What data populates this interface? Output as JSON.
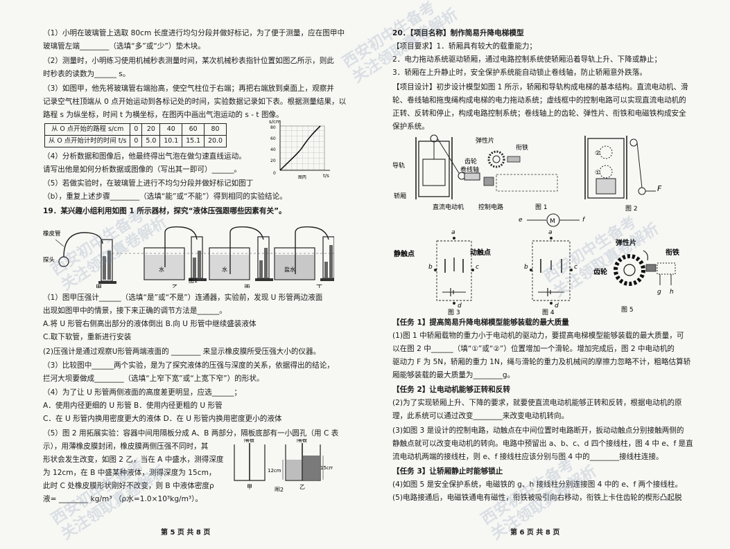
{
  "watermark": {
    "line1": "西安初中生备考",
    "line2": "关注领取真卷解析"
  },
  "left": {
    "lines": [
      "（1）小明在玻璃管上选取 80cm 长度进行均匀分段并做好标记，为了便于测量，应在图甲中",
      "玻璃管左端________（选填“多”或“少”）垫木块。",
      "（2）测量时，小明练习使用机械秒表测量时间，某次机械秒表指针位置如图乙所示，则此",
      "时秒表的读数为______ s。",
      "（3）如图甲，他先将玻璃管右端抬高，使空气柱位于右端；再把右端放到桌面上，观察并",
      "记录空气柱顶端从 0 点开始运动到各标记处的时间，实验数据记录如下表。根据测量结果，以",
      "路程 s 为纵坐标，时间 t 为横坐标，在图丙中画出气泡运动的 s - t 图像。",
      "（4）分析数据和图像后，他最终得出气泡在做匀速直线运动。",
      "请写出他是如何分析数据或图像的（写出其一即可）______。",
      "（5）若做实验时，在玻璃管上进行不均匀分段并做好标记如图丁",
      "（b），重复上述步骤________（选填“能”或“不能”）得到相同的实验结论。",
      "19．某兴趣小组利用如图 1 所示器材，探究“液体压强跟哪些因素有关”。",
      "（1）图甲压强计______（选填“是”或“不是”）连通器，实验前，发现 U 形管两边液面",
      "出现如图甲中的情景，接下来正确的调节方法是______。",
      "A.将 U 形管右侧高出部分的液体倒出          B.向 U 形管中继续盛装液体",
      "C.取下软管，重新进行安装",
      "(2)压强计是通过观察U形管两端液面的 ________ 来显示橡皮膜所受压强大小的仪器。",
      "（3）比较图中______两个实验，是为了探究液体的压强与深度的关系，依据得出的结论，",
      "拦河大坝要做成________（选填“上窄下宽”或“上宽下窄”）的形状。",
      "（4）为了让 U 形管两侧液面的高度差更明显，应选______；",
      "A．使用内径更细的 U 形管                 B．使用内径更粗的 U 形管",
      "C．在 U 形管内换用密度更大的液体         D．在 U 形管内换用密度更小的液体",
      "（5）图 2 用拓展实验：容器中间用隔板分成 A、B 两部分，隔板底部有一小圆孔（用 C 表",
      "示），用薄橡皮膜封闭，橡皮膜两侧压强不同时，其",
      "形状会发生改变，如图 2 乙，当在 A 中盛水，测得深度",
      "为 12cm，在 B 中盛某种液体，测得深度为 15cm，",
      "此时 C 处橡皮膜形状刚好不改变，则 B 中液体密度ρ",
      "液= ________ kg/m³ （ρ水=1.0×10³kg/m³）。"
    ],
    "table": {
      "headers": [
        "从 O 点开始的路程 s/cm",
        "0",
        "20",
        "40",
        "60",
        "80"
      ],
      "rows": [
        [
          "从 O 点开始计时的时间 t/s",
          "0",
          "5.0",
          "10.1",
          "15.1",
          "20.0"
        ]
      ]
    },
    "graph": {
      "ylabel": "s/cm",
      "xlabel": "t/s",
      "caption": "图丙",
      "y_ticks": [
        "80",
        "60",
        "40",
        "20",
        "0"
      ]
    },
    "fig1": {
      "labels": [
        "橡皮管",
        "探头",
        "甲",
        "乙",
        "丙",
        "丁",
        "图1"
      ],
      "liquids": [
        "水",
        "水",
        "盐水"
      ]
    },
    "fig2": {
      "labels": [
        "隔板",
        "隔板",
        "12cm",
        "15cm",
        "甲",
        "乙",
        "图2"
      ]
    },
    "footer": "第 5 页  共 8 页"
  },
  "right": {
    "lines": [
      "20．【项目名称】制作简易升降电梯模型",
      "【项目要求】1．轿厢具有较大的载重能力；",
      "2．电力拖动系统驱动轿厢，通过电路控制系统使轿厢沿着导轨上升、下降或静止；",
      "3．轿厢在上升静止时，安全保护系统能自动锁止卷线轴，防止轿厢意外跌落。",
      "【项目设计】初步设计模型如图 1 所示，轿厢和导轨构成电梯的基本结构。直流电动机、滑",
      "轮、卷线轴和拖曳绳构成电梯的电力拖动系统；虚线框中的控制电路可以实现直流电动机的",
      "正转、反转和停止，构成电路控制系统；卷线轴上的齿轮、弹性片、衔铁和电磁铁构成安全",
      "保护系统。",
      "【任务 1】提高简易升降电梯模型能够装载的最大质量",
      "(1)图 1 中轿厢载物的重力小于电动机的驱动力，要提高电梯模型能够装载的最大质量，可",
      "以在图 2 中______（填“①”或“②”）位置增加一个滑轮。增加完成后，图 2 中电动机的",
      "驱动力 F 为 5N，轿厢的重力 1N，绳与滑轮的重力及机械间的摩擦力忽略不计，粗略估算轿",
      "厢能够装载的最大质量为________g。",
      "【任务 2】让电动机能够正转和反转",
      "(2)为了实现轿厢上升、下降的要求，就要使直流电动机能够正转和反转，根据电动机的原",
      "理，此系统可以通过改变________来改变电动机转向。",
      "(3)如图 3 是设计的控制电路，动触点在中间位置时电路断开，扳动动触点分别接触两侧的",
      "静触点就可以改变电动机的转向。电路中预留出 a、b、c、d 四个接线柱，图 4 中 e、f 是直",
      "流电动机两端的接线柱，则 e、f 接线柱应该分别与图 4 中的________接线柱连接。",
      "【任务 3】让轿厢静止时能够锁止",
      "(4)如图 5 是安全保护系统，电磁铁的 g、h 接线柱分别连接图 4 中的 e、f 两个接线柱。",
      "(5)电路接通后，电磁铁通电有磁性，衔铁被吸引向右移动，衔铁上卡住齿轮的楔形凸起脱"
    ],
    "fig1": {
      "labels": [
        "导轨",
        "弹性片",
        "衔铁",
        "齿轮",
        "卷线轴",
        "轿厢",
        "直流电动机",
        "控制电路",
        "图 1"
      ]
    },
    "fig2": {
      "labels": [
        "②",
        "①",
        "F",
        "图 2"
      ]
    },
    "motor": {
      "labels": [
        "e",
        "M",
        "f"
      ]
    },
    "fig3": {
      "labels": [
        "静触点",
        "动触点",
        "a",
        "b",
        "c",
        "d",
        "图 3"
      ]
    },
    "fig4": {
      "labels": [
        "a",
        "b",
        "c",
        "d",
        "图 4"
      ]
    },
    "fig5": {
      "labels": [
        "弹性片",
        "衔铁",
        "齿轮",
        "g",
        "h",
        "图 5"
      ]
    },
    "footer": "第 6 页  共 8 页"
  }
}
